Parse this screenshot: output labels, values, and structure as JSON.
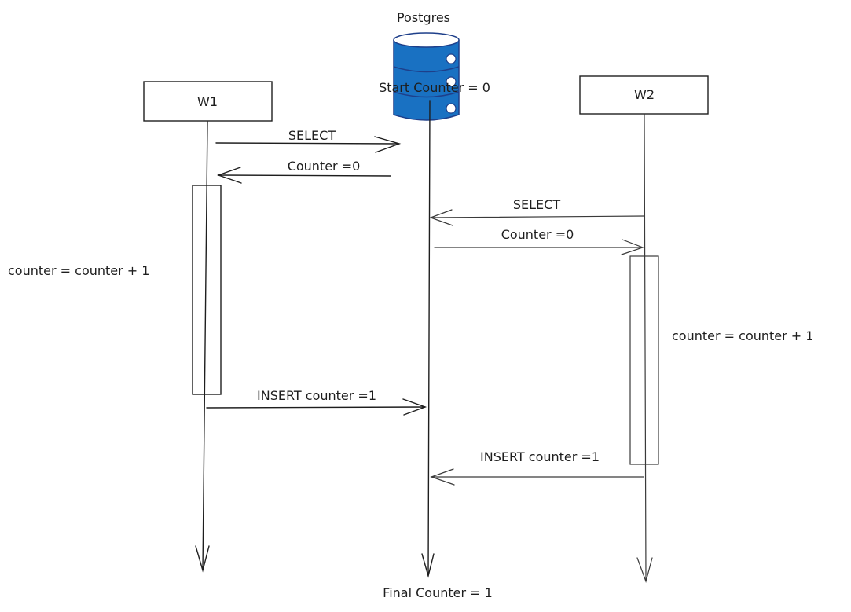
{
  "title": "Postgres lost update race condition sequence diagram",
  "database": {
    "label": "Postgres",
    "start_note": "Start Counter = 0",
    "final_note": "Final Counter = 1",
    "icon": "database-cylinder-icon",
    "color": "#1971c2"
  },
  "participants": [
    {
      "id": "w1",
      "label": "W1"
    },
    {
      "id": "w2",
      "label": "W2"
    }
  ],
  "messages": [
    {
      "from": "W1",
      "to": "Postgres",
      "label": "SELECT"
    },
    {
      "from": "Postgres",
      "to": "W1",
      "label": "Counter =0"
    },
    {
      "from": "W2",
      "to": "Postgres",
      "label": "SELECT"
    },
    {
      "from": "Postgres",
      "to": "W2",
      "label": "Counter =0"
    },
    {
      "from": "W1",
      "to": "Postgres",
      "label": "INSERT counter =1"
    },
    {
      "from": "W2",
      "to": "Postgres",
      "label": "INSERT counter =1"
    }
  ],
  "notes": {
    "w1_compute": "counter = counter + 1",
    "w2_compute": "counter = counter + 1"
  }
}
